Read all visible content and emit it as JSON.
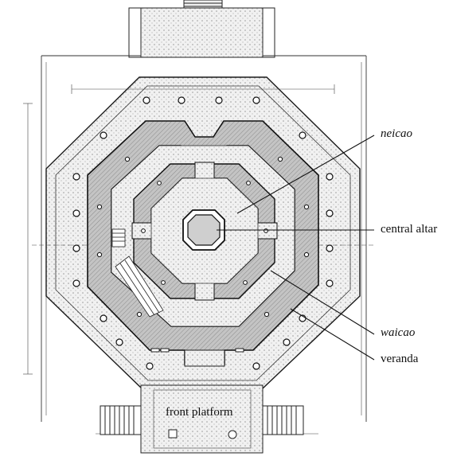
{
  "labels": {
    "neicao": "neicao",
    "central_altar": "central altar",
    "waicao": "waicao",
    "veranda": "veranda",
    "front_platform": "front platform"
  },
  "colors": {
    "ink": "#1a1a1a",
    "shade": "#b9b9b9",
    "light": "#e6e6e6",
    "paper": "#ffffff"
  }
}
